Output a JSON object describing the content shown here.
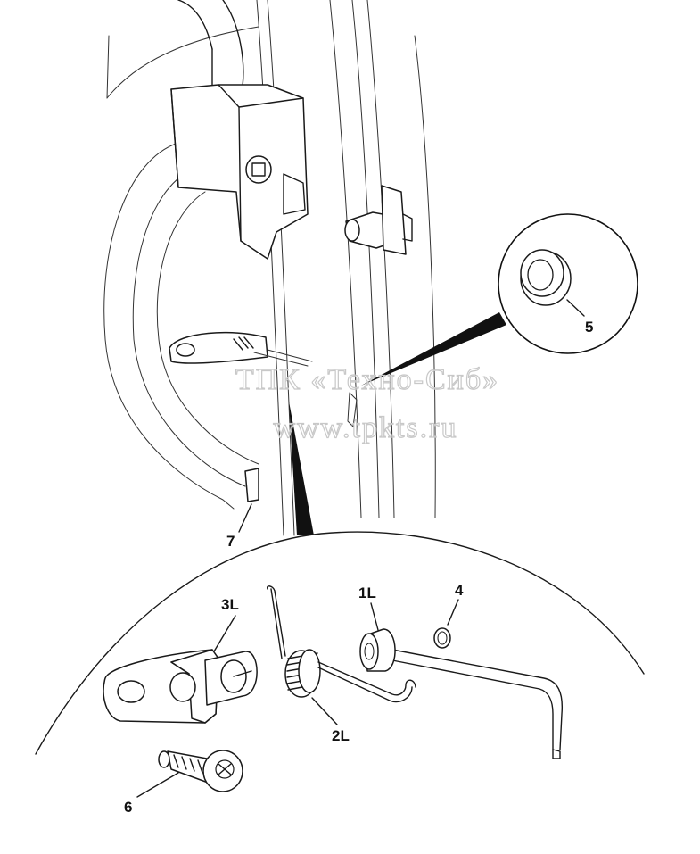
{
  "callouts": {
    "c5": "5",
    "c7": "7",
    "c3L": "3L",
    "c1L": "1L",
    "c4": "4",
    "c2L": "2L",
    "c6": "6"
  },
  "watermark": {
    "line1": "ТПК «Техно-Сиб»",
    "line2": "www.tpkts.ru"
  }
}
